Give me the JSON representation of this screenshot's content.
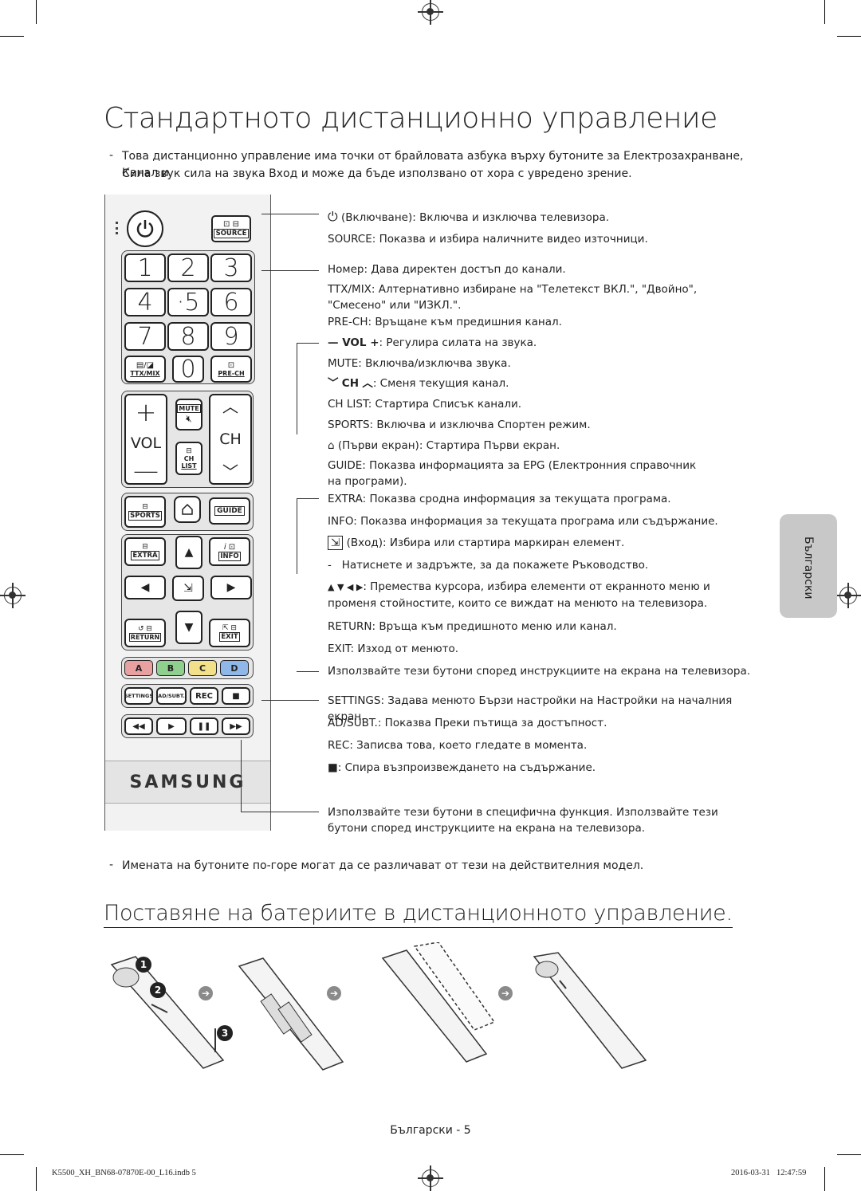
{
  "title": "Стандартното дистанционно управление",
  "intro": {
    "dash": "-",
    "line1": "Това дистанционно управление има точки от брайловата азбука върху бутоните за Електрозахранване, Канал и",
    "line2": "Сила звук сила на звука Вход и може да бъде използвано от хора с увредено зрение."
  },
  "remote": {
    "source_label": "SOURCE",
    "digits": [
      "1",
      "2",
      "3",
      "4",
      "·5",
      "6",
      "7",
      "8",
      "9"
    ],
    "zero": "0",
    "ttx_label": "TTX/MIX",
    "prech_label": "PRE-CH",
    "vol_label": "VOL",
    "ch_label": "CH",
    "mute_label": "MUTE",
    "chlist_label1": "CH",
    "chlist_label2": "LIST",
    "sports_label": "SPORTS",
    "guide_label": "GUIDE",
    "extra_label": "EXTRA",
    "info_label": "INFO",
    "return_label": "RETURN",
    "exit_label": "EXIT",
    "color_keys": [
      "A",
      "B",
      "C",
      "D"
    ],
    "settings_label": "SETTINGS",
    "adsubt_label": "AD/SUBT.",
    "rec_label": "REC",
    "brand": "SAMSUNG",
    "colors": {
      "a": "#e8a0a0",
      "b": "#8fd08f",
      "c": "#f2e08a",
      "d": "#8fb8e8"
    }
  },
  "labels": {
    "power": "(Включване): Включва и изключва телевизора.",
    "source": "SOURCE: Показва и избира наличните видео източници.",
    "number": "Номер: Дава директен достъп до канали.",
    "ttx": "TTX/MIX: Алтернативно избиране на \"Телетекст ВКЛ.\", \"Двойно\", \"Смесено\" или \"ИЗКЛ.\".",
    "prech": "PRE-CH: Връщане към предишния канал.",
    "vol": ": Регулира силата на звука.",
    "vol_sym": "— VOL +",
    "mute": "MUTE: Включва/изключва звука.",
    "ch": ": Сменя текущия канал.",
    "ch_sym": "CH",
    "chlist": "CH LIST:  Стартира Списък канали.",
    "sports": "SPORTS: Включва и изключва Спортен режим.",
    "home": "(Първи екран): Стартира Първи екран.",
    "guide": "GUIDE: Показва информацията за EPG (Електронния справочник на програми).",
    "extra": "EXTRA: Показва сродна информация за текущата програма.",
    "info": "INFO: Показва информация за текущата програма или съдържание.",
    "enter": "(Вход): Избира или стартира маркиран елемент.",
    "enter_sub": "Натиснете и задръжте, за да покажете Ръководство.",
    "enter_dash": "-",
    "arrows": ": Премества курсора, избира елементи от екранното меню и променя стойностите, които се виждат на менюто на телевизора.",
    "arrows_sym": "▲ ▼ ◀ ▶",
    "return": "RETURN: Връща към предишното меню или канал.",
    "exit": "EXIT: Изход от менюто.",
    "color": "Използвайте тези бутони според инструкциите на екрана на телевизора.",
    "settings": "SETTINGS: Задава менюто Бързи настройки на Настройки на началния екран.",
    "adsubt": "AD/SUBT.: Показва Преки пътища за достъпност.",
    "rec": "REC: Записва това, което гледате в момента.",
    "stop": ": Спира възпроизвеждането на съдържание.",
    "media": "Използвайте тези бутони в специфична функция. Използвайте тези бутони според инструкциите на екрана на телевизора."
  },
  "footnote": {
    "dash": "-",
    "text": "Имената на бутоните по-горе могат да се различават от тези на действителния модел."
  },
  "section2_title": "Поставяне на батериите в дистанционното управление.",
  "steps": [
    "1",
    "2",
    "3"
  ],
  "side_tab": "Български",
  "page_footer": "Български - 5",
  "print_info": {
    "file": "K5500_XH_BN68-07870E-00_L16.indb   5",
    "date": "2016-03-31",
    "time": "12:47:59"
  }
}
